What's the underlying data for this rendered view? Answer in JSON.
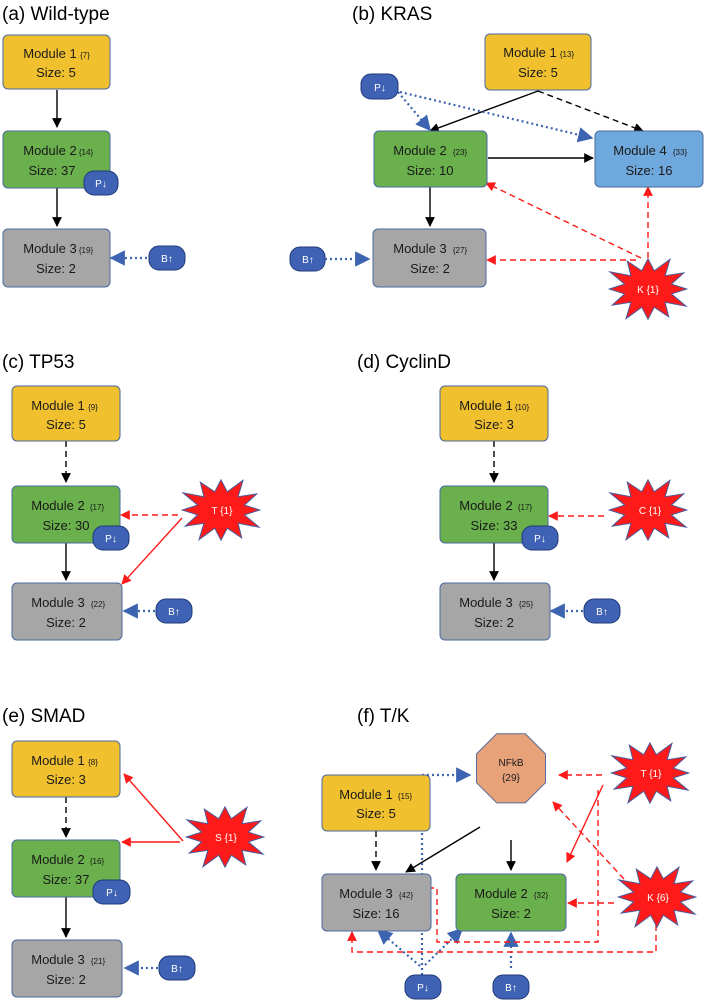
{
  "colors": {
    "module1": "#f0c02f",
    "module2": "#6ab04c",
    "module3": "#a6a6a6",
    "module4": "#6fa8dc",
    "nfkb": "#e8a27a",
    "tag": "#3f62b5",
    "burst": "#ff1a1a",
    "black_edge": "#000000",
    "red_edge": "#ff1a1a",
    "blue_edge": "#3d64b0"
  },
  "panels": {
    "a": {
      "title": "(a) Wild-type",
      "m1": {
        "name": "Module 1",
        "num": "{7}",
        "size": "Size: 5"
      },
      "m2": {
        "name": "Module 2",
        "num": "{14}",
        "size": "Size: 37"
      },
      "m3": {
        "name": "Module 3",
        "num": "{19}",
        "size": "Size: 2"
      },
      "p_tag": "P↓",
      "b_tag": "B↑"
    },
    "b": {
      "title": "(b) KRAS",
      "m1": {
        "name": "Module 1",
        "num": "{13}",
        "size": "Size: 5"
      },
      "m2": {
        "name": "Module 2",
        "num": "{23}",
        "size": "Size: 10"
      },
      "m3": {
        "name": "Module 3",
        "num": "{27}",
        "size": "Size: 2"
      },
      "m4": {
        "name": "Module 4",
        "num": "{33}",
        "size": "Size: 16"
      },
      "p_tag": "P↓",
      "b_tag": "B↑",
      "burst": "K {1}"
    },
    "c": {
      "title": "(c) TP53",
      "m1": {
        "name": "Module 1",
        "num": "{9}",
        "size": "Size: 5"
      },
      "m2": {
        "name": "Module 2",
        "num": "{17}",
        "size": "Size: 30"
      },
      "m3": {
        "name": "Module 3",
        "num": "{22}",
        "size": "Size: 2"
      },
      "p_tag": "P↓",
      "b_tag": "B↑",
      "burst": "T {1}"
    },
    "d": {
      "title": "(d) CyclinD",
      "m1": {
        "name": "Module 1",
        "num": "{10}",
        "size": "Size: 3"
      },
      "m2": {
        "name": "Module 2",
        "num": "{17}",
        "size": "Size: 33"
      },
      "m3": {
        "name": "Module 3",
        "num": "{25}",
        "size": "Size: 2"
      },
      "p_tag": "P↓",
      "b_tag": "B↑",
      "burst": "C {1}"
    },
    "e": {
      "title": "(e) SMAD",
      "m1": {
        "name": "Module 1",
        "num": "{8}",
        "size": "Size: 3"
      },
      "m2": {
        "name": "Module 2",
        "num": "{16}",
        "size": "Size: 37"
      },
      "m3": {
        "name": "Module 3",
        "num": "{21}",
        "size": "Size: 2"
      },
      "p_tag": "P↓",
      "b_tag": "B↑",
      "burst": "S {1}"
    },
    "f": {
      "title": "(f) T/K",
      "m1": {
        "name": "Module 1",
        "num": "{15}",
        "size": "Size: 5"
      },
      "m2": {
        "name": "Module 2",
        "num": "{32}",
        "size": "Size: 2"
      },
      "m3": {
        "name": "Module 3",
        "num": "{42}",
        "size": "Size: 16"
      },
      "nfkb": {
        "name": "NFkB",
        "num": "{29}"
      },
      "p_tag": "P↓",
      "b_tag": "B↑",
      "burst_t": "T {1}",
      "burst_k": "K {6}"
    }
  }
}
